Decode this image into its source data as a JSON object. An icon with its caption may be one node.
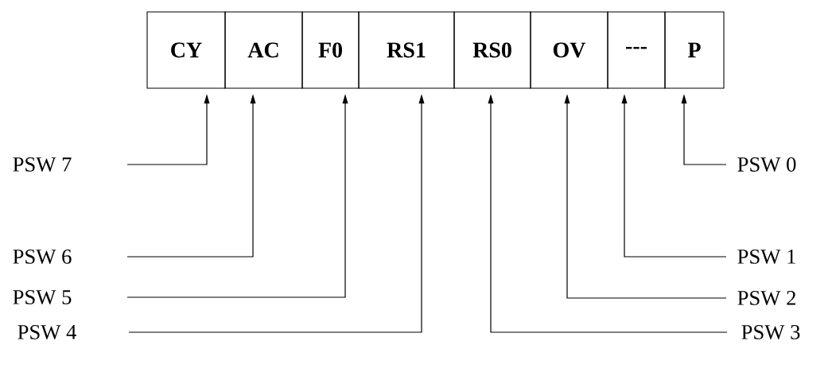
{
  "diagram": {
    "nodes": [
      {
        "text": [
          "CY"
        ]
      },
      {
        "text": [
          "AC"
        ]
      },
      {
        "text": [
          "F0"
        ]
      },
      {
        "text": [
          "RS1"
        ]
      },
      {
        "text": [
          "RS0"
        ]
      },
      {
        "text": [
          "OV"
        ]
      },
      {
        "text": [
          "---"
        ]
      },
      {
        "text": [
          "P"
        ]
      },
      {
        "text": [
          "PSW 7"
        ]
      },
      {
        "text": [
          "PSW 0"
        ]
      },
      {
        "text": [
          "PSW 6"
        ]
      },
      {
        "text": [
          "PSW 1"
        ]
      },
      {
        "text": [
          "PSW 5"
        ]
      },
      {
        "text": [
          "PSW 2"
        ]
      },
      {
        "text": [
          "PSW 4"
        ]
      },
      {
        "text": [
          "PSW 3"
        ]
      }
    ],
    "edges": [
      {
        "from": 8,
        "to": 0,
        "arrow": "to"
      },
      {
        "from": 9,
        "to": 7,
        "arrow": "to"
      },
      {
        "from": 10,
        "to": 1,
        "arrow": "to"
      },
      {
        "from": 11,
        "to": 6,
        "arrow": "to"
      },
      {
        "from": 12,
        "to": 2,
        "arrow": "to"
      },
      {
        "from": 13,
        "to": 5,
        "arrow": "to"
      },
      {
        "from": 14,
        "to": 3,
        "arrow": "to"
      },
      {
        "from": 15,
        "to": 4,
        "arrow": "to"
      }
    ]
  }
}
